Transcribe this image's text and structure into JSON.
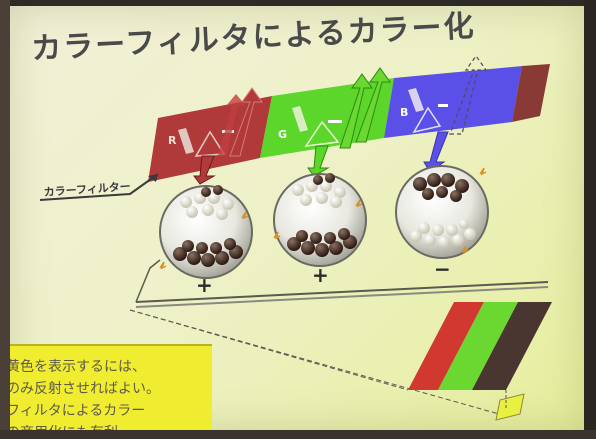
{
  "slide": {
    "title": "カラーフィルタによるカラー化",
    "filter_label": "カラーフィルター",
    "filter_letters": [
      "R",
      "G",
      "B"
    ],
    "charge_marks": [
      "+",
      "+",
      "−"
    ],
    "caption_lines": [
      "黄色を表示するには、",
      "のみ反射させればよい。",
      "フィルタによるカラー",
      "の商用化にも有利"
    ]
  },
  "colors": {
    "red": "#b03a3a",
    "green": "#5cd62a",
    "blue": "#5a4fe6",
    "brown": "#8a3a34",
    "stripe_red": "#d03830",
    "stripe_green": "#6ad830",
    "stripe_dark": "#4a3630",
    "caption_bg": "#f0ec30"
  }
}
